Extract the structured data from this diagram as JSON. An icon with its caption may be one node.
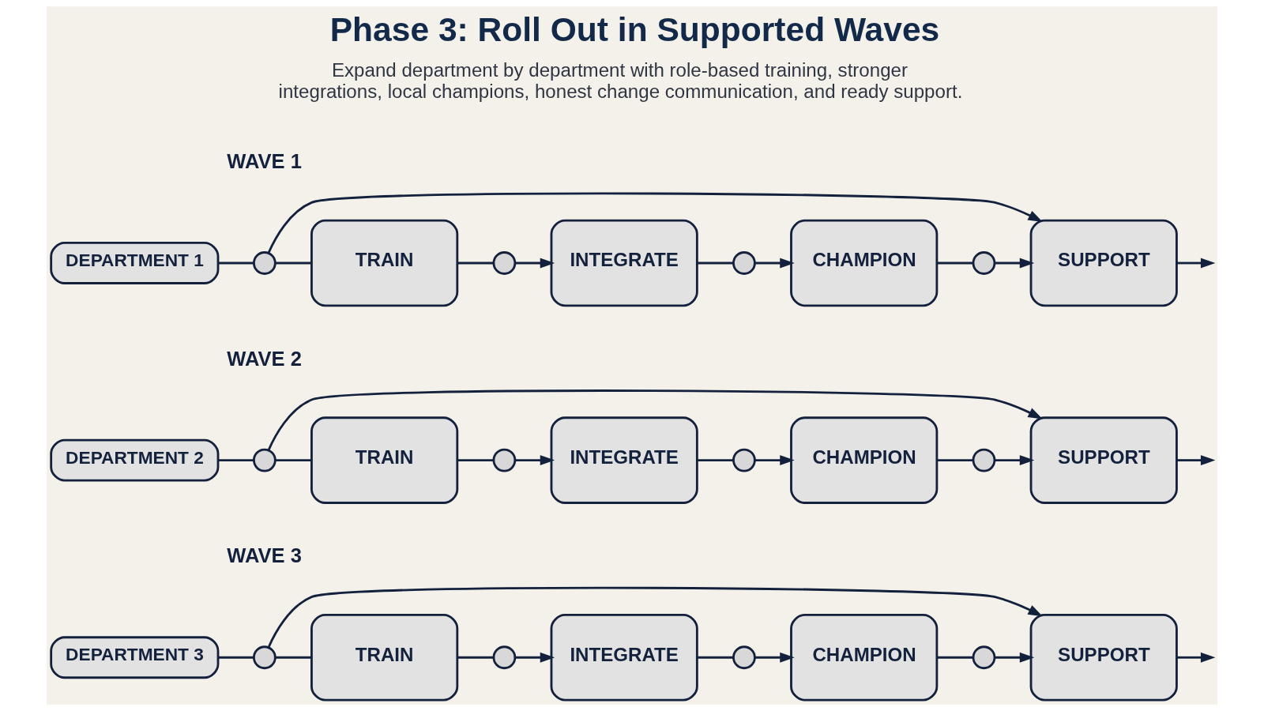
{
  "diagram": {
    "title": "Phase 3: Roll Out in Supported Waves",
    "nodes": [
      {
        "text": [
          "DEPARTMENT 1"
        ]
      },
      {
        "text": [],
        "shape": "circle"
      },
      {
        "text": [
          "TRAIN"
        ]
      },
      {
        "text": [],
        "shape": "circle"
      },
      {
        "text": [
          "INTEGRATE"
        ]
      },
      {
        "text": [],
        "shape": "circle"
      },
      {
        "text": [
          "CHAMPION"
        ]
      },
      {
        "text": [],
        "shape": "circle"
      },
      {
        "text": [
          "SUPPORT"
        ]
      },
      {
        "text": [
          "DEPARTMENT 2"
        ]
      },
      {
        "text": [],
        "shape": "circle"
      },
      {
        "text": [
          "TRAIN"
        ]
      },
      {
        "text": [],
        "shape": "circle"
      },
      {
        "text": [
          "INTEGRATE"
        ]
      },
      {
        "text": [],
        "shape": "circle"
      },
      {
        "text": [
          "CHAMPION"
        ]
      },
      {
        "text": [],
        "shape": "circle"
      },
      {
        "text": [
          "SUPPORT"
        ]
      },
      {
        "text": [
          "DEPARTMENT 3"
        ]
      },
      {
        "text": [],
        "shape": "circle"
      },
      {
        "text": [
          "TRAIN"
        ]
      },
      {
        "text": [],
        "shape": "circle"
      },
      {
        "text": [
          "INTEGRATE"
        ]
      },
      {
        "text": [],
        "shape": "circle"
      },
      {
        "text": [
          "CHAMPION"
        ]
      },
      {
        "text": [],
        "shape": "circle"
      },
      {
        "text": [
          "SUPPORT"
        ]
      }
    ],
    "edges": [
      {
        "from": 0,
        "to": 1,
        "arrow": "none"
      },
      {
        "from": 1,
        "to": 2,
        "arrow": "none"
      },
      {
        "from": 2,
        "to": 3,
        "arrow": "none"
      },
      {
        "from": 3,
        "to": 4,
        "arrow": "to"
      },
      {
        "from": 4,
        "to": 5,
        "arrow": "none"
      },
      {
        "from": 5,
        "to": 6,
        "arrow": "to"
      },
      {
        "from": 6,
        "to": 7,
        "arrow": "none"
      },
      {
        "from": 7,
        "to": 8,
        "arrow": "to"
      },
      {
        "from": 8,
        "to": null,
        "arrow": "to"
      },
      {
        "from": 1,
        "to": 8,
        "arrow": "to"
      },
      {
        "from": 9,
        "to": 10,
        "arrow": "none"
      },
      {
        "from": 10,
        "to": 11,
        "arrow": "none"
      },
      {
        "from": 11,
        "to": 12,
        "arrow": "none"
      },
      {
        "from": 12,
        "to": 13,
        "arrow": "to"
      },
      {
        "from": 13,
        "to": 14,
        "arrow": "none"
      },
      {
        "from": 14,
        "to": 15,
        "arrow": "to"
      },
      {
        "from": 15,
        "to": 16,
        "arrow": "none"
      },
      {
        "from": 16,
        "to": 17,
        "arrow": "to"
      },
      {
        "from": 17,
        "to": null,
        "arrow": "to"
      },
      {
        "from": 10,
        "to": 17,
        "arrow": "to"
      },
      {
        "from": 18,
        "to": 19,
        "arrow": "none"
      },
      {
        "from": 19,
        "to": 20,
        "arrow": "none"
      },
      {
        "from": 20,
        "to": 21,
        "arrow": "none"
      },
      {
        "from": 21,
        "to": 22,
        "arrow": "to"
      },
      {
        "from": 22,
        "to": 23,
        "arrow": "none"
      },
      {
        "from": 23,
        "to": 24,
        "arrow": "to"
      },
      {
        "from": 24,
        "to": 25,
        "arrow": "none"
      },
      {
        "from": 25,
        "to": 26,
        "arrow": "to"
      },
      {
        "from": 26,
        "to": null,
        "arrow": "to"
      },
      {
        "from": 19,
        "to": 26,
        "arrow": "to"
      }
    ],
    "labels": [
      "Expand department by department with role-based training, stronger integrations, local champions, honest change communication, and ready support.",
      "WAVE 1",
      "WAVE 2",
      "WAVE 3"
    ]
  }
}
